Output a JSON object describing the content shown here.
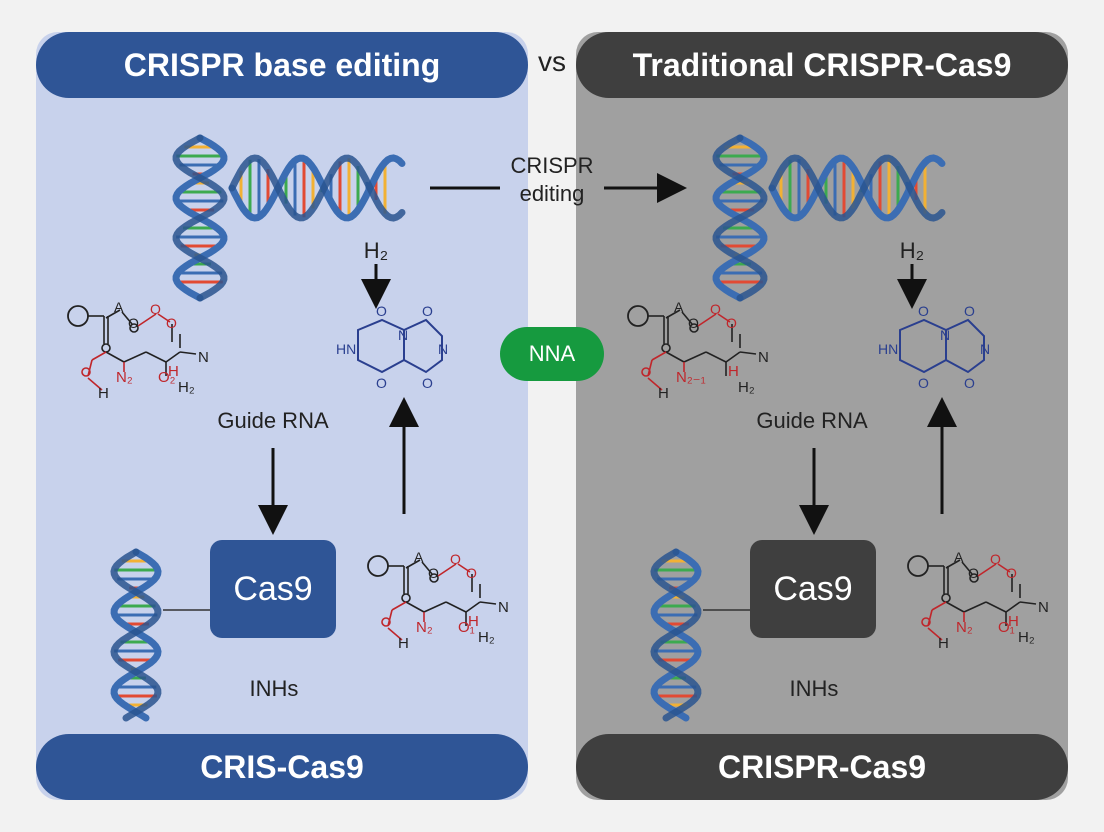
{
  "header": {
    "left_title": "CRISPR base editing",
    "vs": "vs",
    "right_title": "Traditional CRISPR-Cas9"
  },
  "center": {
    "editing_line1": "CRISPR",
    "editing_line2": "editing",
    "badge": "NNA"
  },
  "left": {
    "h2_label": "H₂",
    "guide_rna": "Guide RNA",
    "cas": "Cas9",
    "inh": "INHs",
    "footer": "CRIS-Cas9",
    "mol_top_labels": [
      "A",
      "O",
      "O",
      "O",
      "N",
      "N₂",
      "O₂",
      "H",
      "H₂",
      "H"
    ],
    "mol_bottom_labels": [
      "A",
      "O",
      "O",
      "O",
      "N",
      "N₂",
      "O₁",
      "H",
      "H₂",
      "H"
    ],
    "ring_labels": [
      "HN",
      "N",
      "N",
      "O",
      "O",
      "O",
      "O"
    ]
  },
  "right": {
    "h2_label": "H₂",
    "guide_rna": "Guide RNA",
    "cas": "Cas9",
    "inh": "INHs",
    "footer": "CRISPR-Cas9",
    "mol_top_labels": [
      "A",
      "O",
      "O",
      "O",
      "N",
      "N₂₋₁",
      "H",
      "H₂",
      "H"
    ],
    "mol_bottom_labels": [
      "A",
      "O",
      "O",
      "O",
      "N",
      "N₂",
      "O₁",
      "H",
      "H₂",
      "H"
    ],
    "ring_labels": [
      "HN",
      "N",
      "N",
      "O",
      "O",
      "O",
      "O"
    ]
  },
  "colors": {
    "blue": "#2f5596",
    "dark": "#3f3f3f",
    "green": "#169a3f",
    "left_bg": "#c8d2ec",
    "right_bg": "#a0a0a0",
    "helix": "#3b6db3",
    "red": "#c0262b"
  }
}
